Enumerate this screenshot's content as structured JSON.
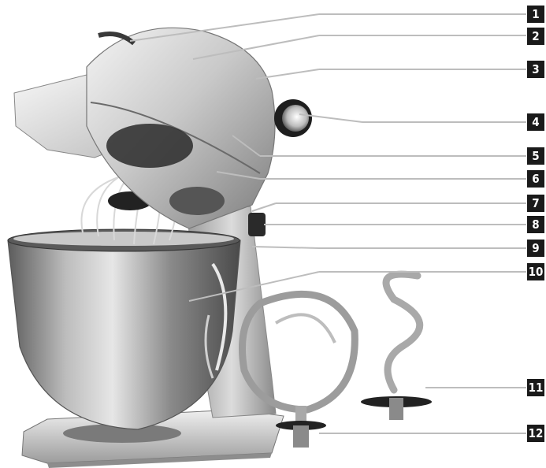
{
  "figure": {
    "subject": "stand-mixer-exploded-view",
    "callouts": [
      {
        "label": "1"
      },
      {
        "label": "2"
      },
      {
        "label": "3"
      },
      {
        "label": "4"
      },
      {
        "label": "5"
      },
      {
        "label": "6"
      },
      {
        "label": "7"
      },
      {
        "label": "8"
      },
      {
        "label": "9"
      },
      {
        "label": "10"
      },
      {
        "label": "11"
      },
      {
        "label": "12"
      }
    ]
  }
}
